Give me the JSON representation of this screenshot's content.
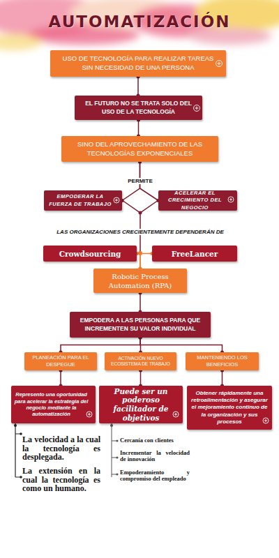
{
  "diagram": {
    "title": "AUTOMATIZACIÓN",
    "nodes": [
      {
        "text": [
          "USO DE TECNOLOGÍA PARA REALIZAR TAREAS SIN NECESIDAD DE UNA PERSONA"
        ]
      },
      {
        "text": [
          "EL FUTURO NO SE TRATA SOLO DEL USO DE LA TECNOLOGÍA"
        ]
      },
      {
        "text": [
          "SINO DEL APROVECHAMIENTO DE LAS TECNOLOGÍAS EXPONENCIALES"
        ]
      },
      {
        "text": [
          "EMPODERAR LA FUERZA DE TRABAJO"
        ]
      },
      {
        "text": [
          "ACELERAR EL CRECIMIENTO DEL NEGOCIO"
        ]
      },
      {
        "text": [
          "Crowdsourcing"
        ]
      },
      {
        "text": [
          "FreeLancer"
        ]
      },
      {
        "text": [
          "Robotic Process Automation (RPA)"
        ]
      },
      {
        "text": [
          "EMPODERA A LAS PERSONAS PARA QUE INCREMENTEN SU VALOR INDIVIDUAL"
        ]
      },
      {
        "text": [
          "PLANEACIÓN PARA EL DESPEGUE"
        ]
      },
      {
        "text": [
          "ACTIVACIÓN NUEVO ECOSISTEMA DE TRABAJO"
        ]
      },
      {
        "text": [
          "MANTENIENDO LOS BENEFICIOS"
        ]
      },
      {
        "text": [
          "Represento una oportunidad para acelerar la estrategia del negocio mediante la automatización"
        ]
      },
      {
        "text": [
          "Puede ser un poderoso facilitador de objetivos"
        ]
      },
      {
        "text": [
          "Obtener rápidamente una retroalimentación y asegurar el mejoramiento continuo de la organización y sus procesos"
        ]
      }
    ],
    "edges": [
      {
        "from": 0,
        "to": 1,
        "arrow": "none"
      },
      {
        "from": 1,
        "to": 2,
        "arrow": "none"
      },
      {
        "from": 2,
        "to": 3,
        "arrow": "none"
      },
      {
        "from": 2,
        "to": 4,
        "arrow": "none"
      },
      {
        "from": 5,
        "to": 7,
        "arrow": "none"
      },
      {
        "from": 6,
        "to": 7,
        "arrow": "none"
      },
      {
        "from": 7,
        "to": 8,
        "arrow": "none"
      },
      {
        "from": 8,
        "to": 9,
        "arrow": "none"
      },
      {
        "from": 8,
        "to": 10,
        "arrow": "none"
      },
      {
        "from": 8,
        "to": 11,
        "arrow": "none"
      },
      {
        "from": 9,
        "to": 12,
        "arrow": "none"
      },
      {
        "from": 10,
        "to": 13,
        "arrow": "none"
      },
      {
        "from": 11,
        "to": 14,
        "arrow": "none"
      }
    ],
    "labels": [
      "PERMITE",
      "LAS ORGANIZACIONES CRECIENTEMENTE DEPENDERÁN DE",
      "La velocidad a la cual la tecnología es desplegada.",
      "La extensión en la cual la tecnología es como un humano.",
      "Cercanía con clientes",
      "Incrementar la velocidad de innovación",
      "Empoderamiento y compromiso del empleado"
    ]
  }
}
